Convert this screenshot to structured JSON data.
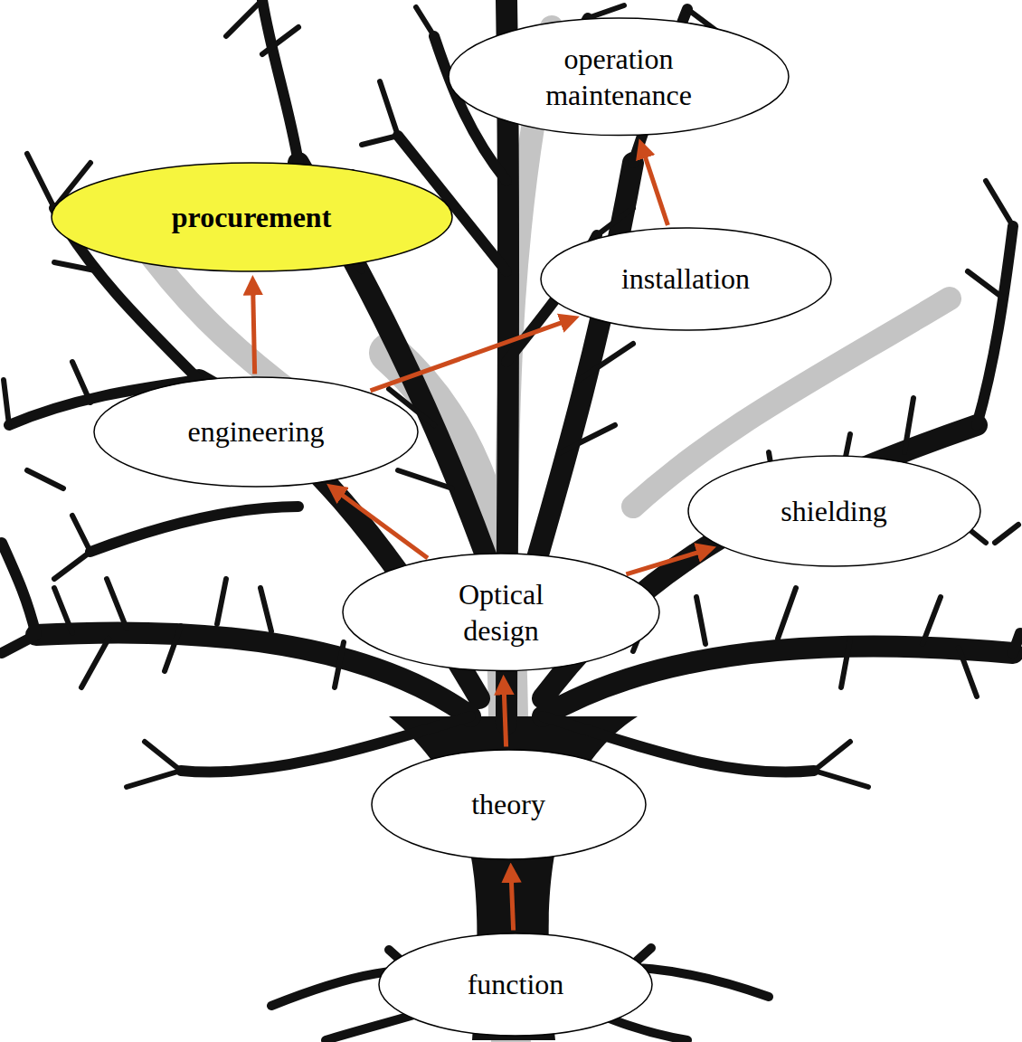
{
  "diagram": {
    "nodes": [
      {
        "text": [
          "operation maintenance"
        ]
      },
      {
        "text": [
          "procurement"
        ]
      },
      {
        "text": [
          "installation"
        ]
      },
      {
        "text": [
          "engineering"
        ]
      },
      {
        "text": [
          "shielding"
        ]
      },
      {
        "text": [
          "Optical design"
        ]
      },
      {
        "text": [
          "theory"
        ]
      },
      {
        "text": [
          "function"
        ]
      }
    ],
    "edges": [
      {
        "from": 7,
        "to": 6,
        "arrow": "to"
      },
      {
        "from": 6,
        "to": 5,
        "arrow": "to"
      },
      {
        "from": 5,
        "to": 3,
        "arrow": "to"
      },
      {
        "from": 5,
        "to": 4,
        "arrow": "to"
      },
      {
        "from": 3,
        "to": 1,
        "arrow": "to"
      },
      {
        "from": 3,
        "to": 2,
        "arrow": "to"
      },
      {
        "from": 2,
        "to": 0,
        "arrow": "to"
      }
    ]
  }
}
